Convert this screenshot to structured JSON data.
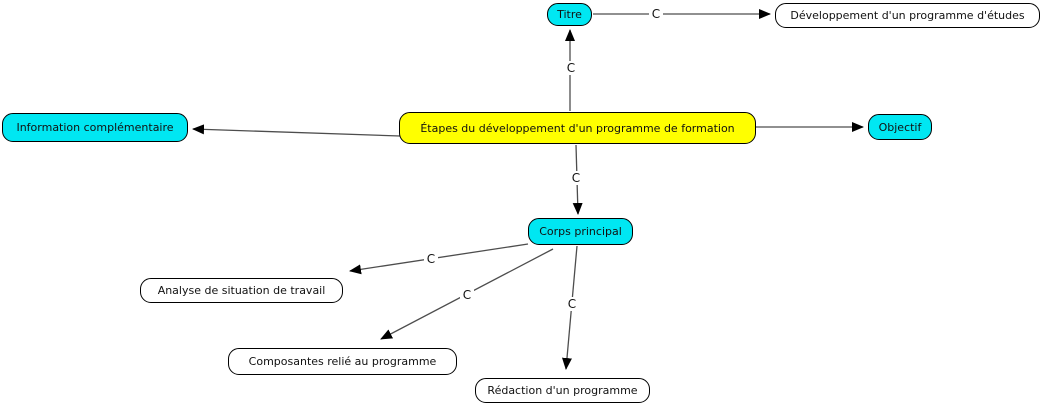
{
  "diagram": {
    "type": "concept-map",
    "nodes": {
      "central": {
        "label": "Étapes du développement d'un programme de formation"
      },
      "titre": {
        "label": "Titre"
      },
      "developpement": {
        "label": "Développement d'un programme d'études"
      },
      "info": {
        "label": "Information complémentaire"
      },
      "objectif": {
        "label": "Objectif"
      },
      "corps": {
        "label": "Corps principal"
      },
      "analyse": {
        "label": "Analyse de situation de travail"
      },
      "composantes": {
        "label": "Composantes relié au programme"
      },
      "redaction": {
        "label": "Rédaction d'un programme"
      }
    },
    "edge_labels": {
      "central_titre": "C",
      "titre_developpement": "C",
      "central_corps": "C",
      "corps_analyse": "C",
      "corps_composantes": "C",
      "corps_redaction": "C"
    },
    "colors": {
      "canvas_bg": "#ffffff",
      "concept_fill": "#00e7f2",
      "central_fill": "#ffff00",
      "plain_fill": "#ffffff",
      "node_border": "#000000",
      "line_color": "#4d4d4d",
      "arrow_color": "#000000",
      "text_color": "#111111"
    }
  }
}
